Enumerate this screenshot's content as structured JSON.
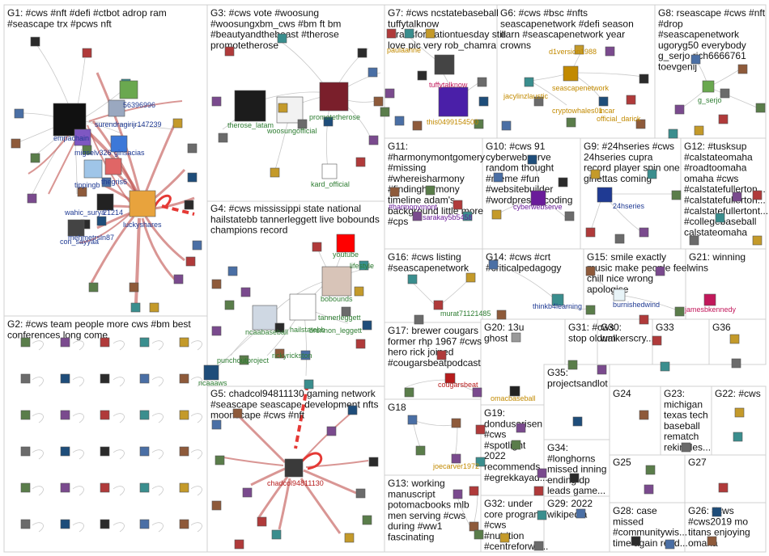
{
  "accent": {
    "edge_strong": "#c0504d",
    "edge_dashed": "#e53935",
    "label_default": "#1f3a93"
  },
  "groups": [
    {
      "id": "G1",
      "lines": [
        "G1: #cws #nft #defi #ctbot adrop ram",
        "#seascape trx #pcws nft"
      ]
    },
    {
      "id": "G2",
      "lines": [
        "G2: #cws team people more cws #bm best",
        "conferences long come"
      ]
    },
    {
      "id": "G3",
      "lines": [
        "G3: #cws vote #woosung",
        "#woosungxbm_cws #bm ft bm",
        "#beautyandthebeast #therose",
        "promotetherose"
      ]
    },
    {
      "id": "G4",
      "lines": [
        "G4: #cws mississippi state national",
        "hailstatebb tannerleggett live bobounds",
        "champions record"
      ]
    },
    {
      "id": "G5",
      "lines": [
        "G5: chadcol94811130 gaming network",
        "#seascape seascape development nfts",
        "moonscape #cws #nft"
      ]
    },
    {
      "id": "G6",
      "lines": [
        "G6: #cws #bsc #nfts",
        "seascapenetwork #defi season",
        "earn #seascapenetwork year",
        "crowns"
      ]
    },
    {
      "id": "G7",
      "lines": [
        "G7: #cws ncstatebaseball",
        "tuffytalknow",
        "#transformationtuesday still",
        "love pic very rob_chamra"
      ]
    },
    {
      "id": "G8",
      "lines": [
        "G8: rseascape #cws #nft",
        "#drop",
        "#seascapenetwork",
        "ugoryg50 everybody",
        "g_serjo rich6666761",
        "toevgenij"
      ]
    },
    {
      "id": "G9",
      "lines": [
        "G9: #24hseries #cws",
        "24hseries cupra",
        "record player spin one",
        "ginettas coming"
      ]
    },
    {
      "id": "G10",
      "lines": [
        "G10: #cws 91",
        "cyberwebserve",
        "random thought",
        "#meme #fun",
        "#websitebuilder",
        "#wordpress #coding"
      ]
    },
    {
      "id": "G11",
      "lines": [
        "G11:",
        "#harmonymontgomery",
        "#missing",
        "#whereisharmony",
        "#findingharmony",
        "timeline adam's",
        "background little more",
        "#cps"
      ]
    },
    {
      "id": "G12",
      "lines": [
        "G12: #tusksup",
        "#calstateomaha",
        "#roadtoomaha",
        "omaha #cws",
        "#calstatefullerton...",
        "#calstatefullerton...",
        "#calstatefullertont...",
        "#collegebaseball",
        "calstateomaha"
      ]
    },
    {
      "id": "G13",
      "lines": [
        "G13: working",
        "manuscript",
        "potomacbooks mlb",
        "men serving #cws",
        "during #ww1",
        "fascinating"
      ]
    },
    {
      "id": "G14",
      "lines": [
        "G14: #cws #crt",
        "#criticalpedagogy"
      ]
    },
    {
      "id": "G15",
      "lines": [
        "G15: smile exactly",
        "music make people feel",
        "chill nice wrong",
        "apologise"
      ]
    },
    {
      "id": "G16",
      "lines": [
        "G16: #cws listing",
        "#seascapenetwork"
      ]
    },
    {
      "id": "G17",
      "lines": [
        "G17: brewer cougars",
        "former rhp 1967 #cws",
        "hero rick joined",
        "#cougarsbeatpodcast"
      ]
    },
    {
      "id": "G18",
      "lines": [
        "G18"
      ]
    },
    {
      "id": "G19",
      "lines": [
        "G19:",
        "dondusarisen",
        "#cws",
        "#spotlight",
        "2022",
        "recommends",
        "#egrekkayad..."
      ]
    },
    {
      "id": "G20",
      "lines": [
        "G20: 13u",
        "ghost"
      ]
    },
    {
      "id": "G21",
      "lines": [
        "G21: winning",
        "wins"
      ]
    },
    {
      "id": "G22",
      "lines": [
        "G22: #cws"
      ]
    },
    {
      "id": "G23",
      "lines": [
        "G23:",
        "michigan",
        "texas tech",
        "baseball",
        "rematch",
        "rekindles..."
      ]
    },
    {
      "id": "G24",
      "lines": [
        "G24"
      ]
    },
    {
      "id": "G25",
      "lines": [
        "G25"
      ]
    },
    {
      "id": "G26",
      "lines": [
        "G26: #cws",
        "#cws2019 mo",
        "titans enjoying",
        "omaha"
      ]
    },
    {
      "id": "G27",
      "lines": [
        "G27"
      ]
    },
    {
      "id": "G28",
      "lines": [
        "G28: case",
        "missed",
        "#communitywis...",
        "time again read..."
      ]
    },
    {
      "id": "G29",
      "lines": [
        "G29: 2022",
        "wikipedia"
      ]
    },
    {
      "id": "G30",
      "lines": [
        "G30:",
        "walkerscry..."
      ]
    },
    {
      "id": "G31",
      "lines": [
        "G31: #cws",
        "stop oldum"
      ]
    },
    {
      "id": "G32",
      "lines": [
        "G32: under",
        "core program",
        "#cws",
        "#nutrition",
        "#centreforwo..."
      ]
    },
    {
      "id": "G33",
      "lines": [
        "G33"
      ]
    },
    {
      "id": "G34",
      "lines": [
        "G34:",
        "#longhorns",
        "missed inning",
        "ending dp",
        "leads game..."
      ]
    },
    {
      "id": "G35",
      "lines": [
        "G35:",
        "projectsandlot"
      ]
    },
    {
      "id": "G36",
      "lines": [
        "G36"
      ]
    }
  ],
  "node_labels": {
    "empachain": "empachain",
    "luckyshares": "luckyshares",
    "surendragirijr147239": "surendragirijr147239",
    "n56396996": "56396996",
    "migselv326": "migselv326",
    "ginsacias": "ginsacias",
    "tippingb": "tippingb",
    "thegris6": "thegris6",
    "wahic_surya": "wahic_surya",
    "n21214": "21214",
    "con_sayyaa": "con_sayyaa",
    "mehmetrsln87": "mehmetrsln87",
    "therose_latam": "therose_latam",
    "woosungofficial": "woosungofficial",
    "promotetherose": "promotetherose",
    "kard_official": "kard_official",
    "tuffytalknow": "tuffytalknow",
    "paulaanne": "paulaanne",
    "this0499154500": "this0499154500",
    "d1version1988": "d1version1988",
    "seascapenetwork": "seascapenetwork",
    "jacylinzlaustic": "jacylinzlaustic",
    "cryptowhales01": "cryptowhales01",
    "incar": "incar",
    "official_darick": "official_darick",
    "g_serjo": "g_serjo",
    "youtube": "youtube",
    "lifestyle": "lifestyle",
    "bobounds": "bobounds",
    "ncaabaseball": "ncaabaseball",
    "hailstatebb": "hailstatebb",
    "tannerleggett": "tannerleggett",
    "brennon_leggett": "brennon_leggett",
    "punchoutproject": "punchoutproject",
    "rickyrickston": "rickyrickston",
    "ncaaaws": "ncaaaws",
    "chadcol94811130": "chadcol94811130",
    "thinkb4learning": "thinkb4learning",
    "burnishedwind": "burnishedwind",
    "jamesbkennedy": "jamesbkennedy",
    "n24hseries": "24hseries",
    "cyberwebserve": "cyberwebserve",
    "murat71121485": "murat71121485",
    "cougarsbeat": "cougarsbeat",
    "omacbaseball": "omacbaseball",
    "joecarver1972": "joecarver1972",
    "sarakaybh": "sarakay5b5458",
    "harmonymont": "#harmonymont"
  }
}
